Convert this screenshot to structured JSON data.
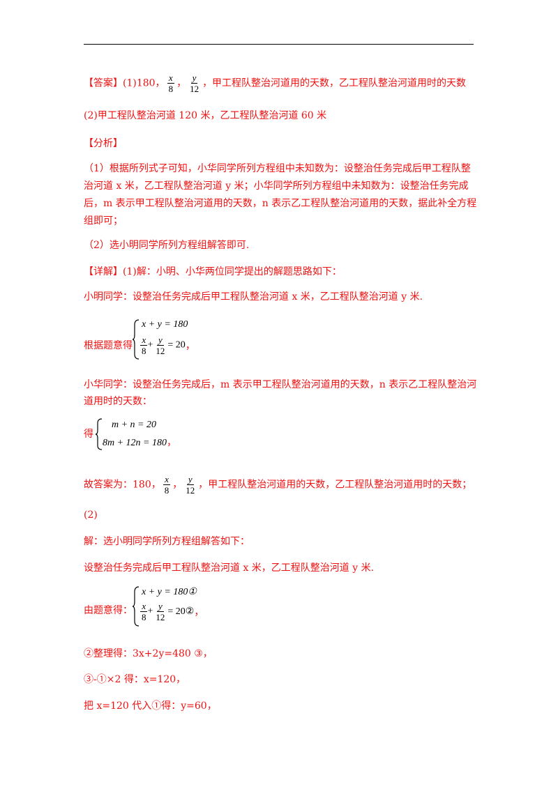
{
  "answer": {
    "tag": "【答案】",
    "part1_prefix": "(1)180，",
    "frac1": {
      "num": "x",
      "den": "8"
    },
    "frac2": {
      "num": "y",
      "den": "12"
    },
    "part1_suffix": "，甲工程队整治河道用的天数，乙工程队整治河道用时的天数",
    "part2": "(2)甲工程队整治河道 120 米，乙工程队整治河道 60 米"
  },
  "analysis": {
    "tag": "【分析】",
    "lines": [
      "（1）根据所列式子可知，小华同学所列方程组中未知数为：设整治任务完成后甲工程队整",
      "治河道 x 米，乙工程队整治河道 y 米；小华同学所列方程组中未知数为：设整治任务完成",
      "后，m 表示甲工程队整治河道用的天数，n 表示乙工程队整治河道用的天数，据此补全方程",
      "组即可；",
      "（2）选小明同学所列方程组解答即可."
    ]
  },
  "detail": {
    "tag": "【详解】",
    "intro": "(1)解：小明、小华两位同学提出的解题思路如下：",
    "xiaoming": "小明同学：设整治任务完成后甲工程队整治河道 x 米，乙工程队整治河道 y 米.",
    "sys1_label": "根据题意得",
    "sys1_eq1": "x + y = 180",
    "sys1_eq2_rhs": "= 20",
    "sys1_eq2_frac1": {
      "num": "x",
      "den": "8"
    },
    "sys1_eq2_frac2": {
      "num": "y",
      "den": "12"
    },
    "comma": "，",
    "xiaohua_1": "小华同学：设整治任务完成后，m 表示甲工程队整治河道用的天数，n 表示乙工程队整治河",
    "xiaohua_2": "道用时的天数：",
    "sys2_label": "得",
    "sys2_eq1": "m + n = 20",
    "sys2_eq2": "8m + 12n = 180",
    "answer_prefix": "故答案为：180，",
    "answer_frac1": {
      "num": "x",
      "den": "8"
    },
    "answer_frac2": {
      "num": "y",
      "den": "12"
    },
    "answer_suffix": "，甲工程队整治河道用的天数，乙工程队整治河道用时的天数；",
    "part2_tag": "(2)",
    "part2_intro": "解：选小明同学所列方程组解答如下：",
    "part2_setup": "设整治任务完成后甲工程队整治河道 x 米，乙工程队整治河道 y 米.",
    "sys3_label": "由题意得：",
    "sys3_eq1": "x + y = 180①",
    "sys3_eq2_rhs": "= 20②",
    "step1": "②整理得：3x+2y=480 ③，",
    "step2": "③-①×2 得：x=120，",
    "step3": "把 x=120 代入①得：y=60，"
  }
}
